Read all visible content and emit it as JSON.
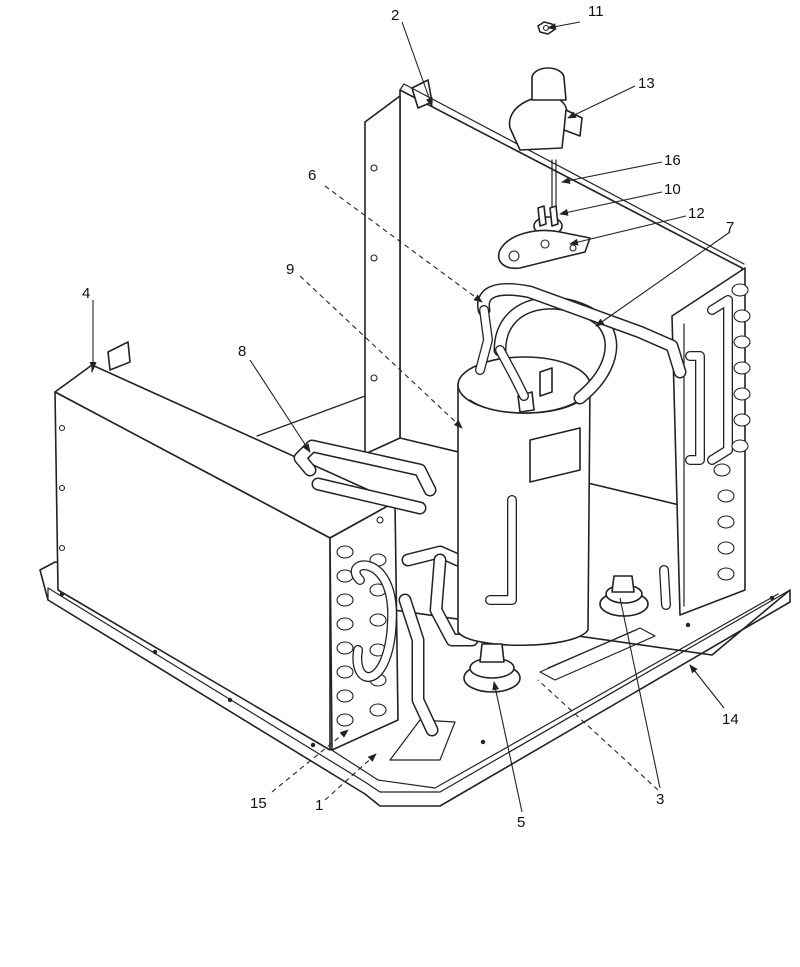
{
  "callouts": {
    "c1": "1",
    "c2": "2",
    "c3": "3",
    "c4": "4",
    "c5": "5",
    "c6": "6",
    "c7": "7",
    "c8": "8",
    "c9": "9",
    "c10": "10",
    "c11": "11",
    "c12": "12",
    "c13": "13",
    "c14": "14",
    "c15": "15",
    "c16": "16"
  },
  "colors": {
    "line": "#222222",
    "background": "#ffffff"
  }
}
